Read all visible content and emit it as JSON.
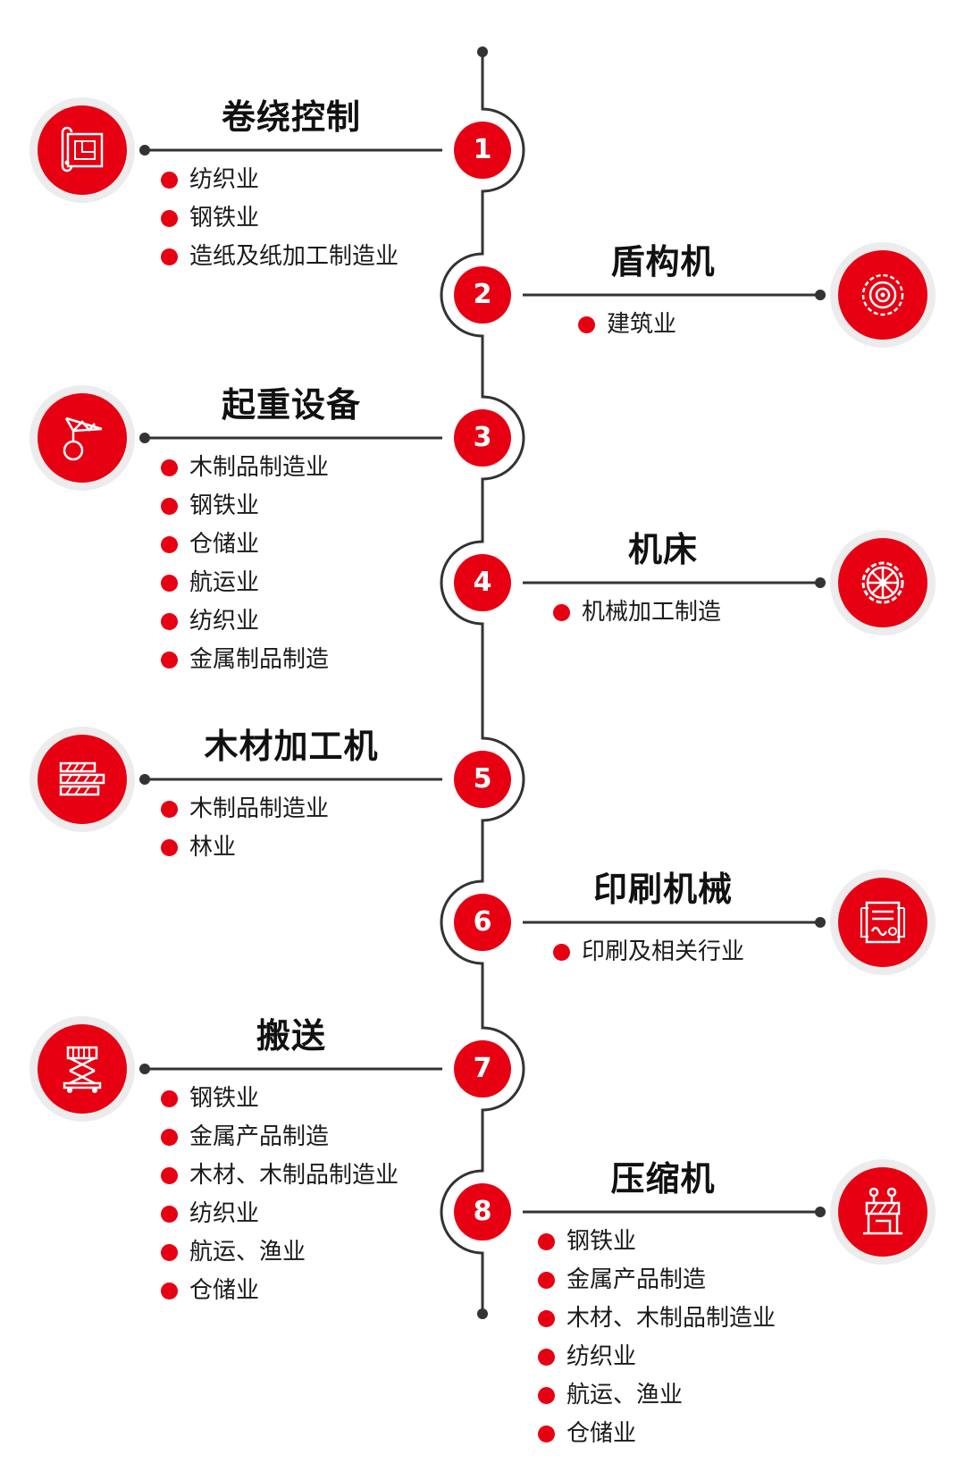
{
  "colors": {
    "accent": "#e60012",
    "line": "#333333",
    "halo": "#ececec"
  },
  "nodes": [
    {
      "num": "1",
      "side": "left",
      "title": "卷绕控制",
      "icon": "blueprint-icon",
      "items": [
        "纺织业",
        "钢铁业",
        "造纸及纸加工制造业"
      ]
    },
    {
      "num": "2",
      "side": "right",
      "title": "盾构机",
      "icon": "tunnel-boring-icon",
      "items": [
        "建筑业"
      ]
    },
    {
      "num": "3",
      "side": "left",
      "title": "起重设备",
      "icon": "crane-hook-icon",
      "items": [
        "木制品制造业",
        "钢铁业",
        "仓储业",
        "航运业",
        "纺织业",
        "金属制品制造"
      ]
    },
    {
      "num": "4",
      "side": "right",
      "title": "机床",
      "icon": "wheel-gear-icon",
      "items": [
        "机械加工制造"
      ]
    },
    {
      "num": "5",
      "side": "left",
      "title": "木材加工机",
      "icon": "lumber-boards-icon",
      "items": [
        "木制品制造业",
        "林业"
      ]
    },
    {
      "num": "6",
      "side": "right",
      "title": "印刷机械",
      "icon": "printer-document-icon",
      "items": [
        "印刷及相关行业"
      ]
    },
    {
      "num": "7",
      "side": "left",
      "title": "搬送",
      "icon": "scissor-lift-icon",
      "items": [
        "钢铁业",
        "金属产品制造",
        "木材、木制品制造业",
        "纺织业",
        "航运、渔业",
        "仓储业"
      ]
    },
    {
      "num": "8",
      "side": "right",
      "title": "压缩机",
      "icon": "press-machine-icon",
      "items": [
        " 钢铁业",
        "金属产品制造",
        "木材、木制品制造业",
        "纺织业",
        "航运、渔业",
        "仓储业"
      ]
    }
  ]
}
